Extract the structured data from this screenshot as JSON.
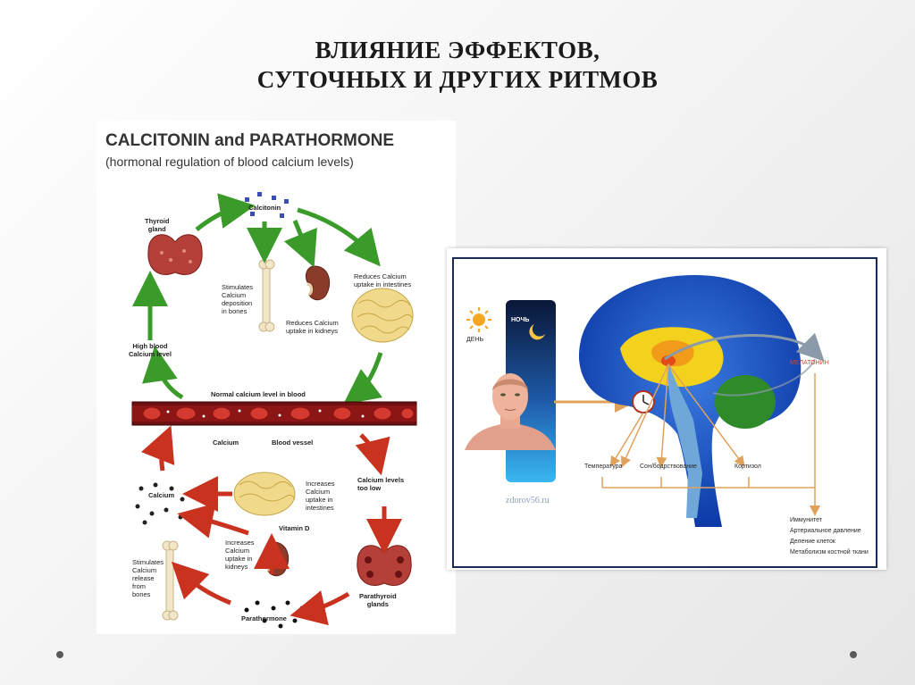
{
  "slide": {
    "title_line1": "ВЛИЯНИЕ ЭФФЕКТОВ,",
    "title_line2": "СУТОЧНЫХ И ДРУГИХ РИТМОВ"
  },
  "calcitonin_diagram": {
    "title": "CALCITONIN and PARATHORMONE",
    "subtitle": "(hormonal regulation of blood calcium levels)",
    "labels": {
      "thyroid": "Thyroid\ngland",
      "calcitonin": "Calcitonin",
      "stimulates_deposition": "Stimulates\nCalcium\ndeposition\nin bones",
      "reduces_kidneys": "Reduces Calcium\nuptake in kidneys",
      "reduces_intestines": "Reduces Calcium\nuptake in intestines",
      "high_blood": "High blood\nCalcium level",
      "normal_level": "Normal calcium level in blood",
      "calcium_label": "Calcium",
      "blood_vessel": "Blood vessel",
      "calcium_levels_low": "Calcium levels\ntoo low",
      "calcium_left": "Calcium",
      "increases_intestines": "Increases\nCalcium\nuptake in\nintestines",
      "vitamin_d": "Vitamin D",
      "increases_kidneys": "Increases\nCalcium\nuptake in\nkidneys",
      "stimulates_release": "Stimulates\nCalcium\nrelease\nfrom\nbones",
      "parathyroid": "Parathyroid\nglands",
      "parathormone": "Parathormone"
    }
  },
  "brain_diagram": {
    "night": "НОЧЬ",
    "day": "ДЕНЬ",
    "melatonin": "МЕЛАТОНИН",
    "temperature": "Температура",
    "wakefulness": "Сон/бодрствование",
    "cortisol": "Кортизол",
    "effects": [
      "Иммунитет",
      "Артериальное давление",
      "Деление клеток",
      "Метаболизм костной ткани"
    ],
    "watermark": "zdorov56.ru"
  }
}
